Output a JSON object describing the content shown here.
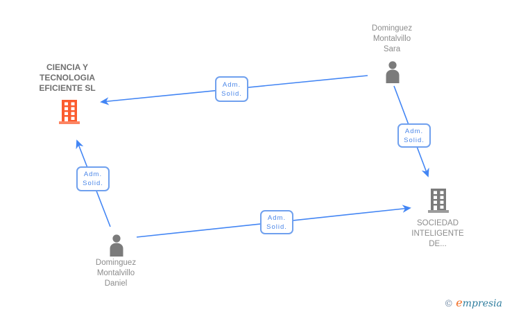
{
  "diagram": {
    "nodes": {
      "company_main": {
        "name": "CIENCIA Y TECNOLOGIA EFICIENTE SL",
        "type": "company",
        "icon": "building-icon",
        "icon_color": "#FB5B2E"
      },
      "person_sara": {
        "name": "Dominguez Montalvillo Sara",
        "type": "person",
        "icon": "person-icon",
        "icon_color": "#7B7B7B"
      },
      "company_sociedad": {
        "name": "SOCIEDAD INTELIGENTE DE...",
        "type": "company",
        "icon": "building-icon",
        "icon_color": "#7B7B7B"
      },
      "person_daniel": {
        "name": "Dominguez Montalvillo Daniel",
        "type": "person",
        "icon": "person-icon",
        "icon_color": "#7B7B7B"
      }
    },
    "edges": [
      {
        "from": "Dominguez Montalvillo Sara",
        "to": "CIENCIA Y TECNOLOGIA EFICIENTE SL",
        "label_line1": "Adm.",
        "label_line2": "Solid."
      },
      {
        "from": "Dominguez Montalvillo Sara",
        "to": "SOCIEDAD INTELIGENTE DE...",
        "label_line1": "Adm.",
        "label_line2": "Solid."
      },
      {
        "from": "Dominguez Montalvillo Daniel",
        "to": "CIENCIA Y TECNOLOGIA EFICIENTE SL",
        "label_line1": "Adm.",
        "label_line2": "Solid."
      },
      {
        "from": "Dominguez Montalvillo Daniel",
        "to": "SOCIEDAD INTELIGENTE DE...",
        "label_line1": "Adm.",
        "label_line2": "Solid."
      }
    ],
    "colors": {
      "edge": "#4285F4",
      "label_border": "#6FA0EE",
      "label_text": "#4A86E8",
      "node_text": "#8C8C8C",
      "company_main_text": "#6F6F6F",
      "company_main_icon": "#FB5B2E",
      "gray_icon": "#7B7B7B"
    }
  },
  "branding": {
    "copyright": "©",
    "logo_first_letter": "e",
    "logo_rest": "mpresia"
  }
}
